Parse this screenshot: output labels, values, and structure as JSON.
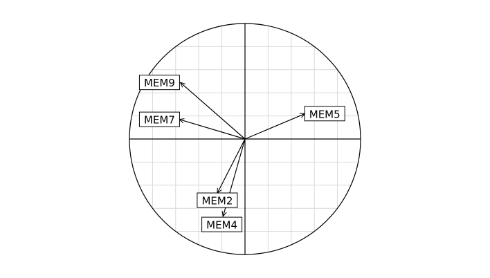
{
  "chart_data": {
    "type": "scatter",
    "subtype": "correlation-circle",
    "title": "",
    "xlabel": "",
    "ylabel": "",
    "xlim": [
      -1,
      1
    ],
    "ylim": [
      -1,
      1
    ],
    "grid": true,
    "axes_through_origin": true,
    "colors": {
      "grid": "#d9d9d9",
      "axis": "#000000",
      "circle": "#000000",
      "arrow": "#000000",
      "label_bg": "#ffffff",
      "label_border": "#000000"
    },
    "vectors": [
      {
        "name": "MEM9",
        "x": -0.56,
        "y": 0.49
      },
      {
        "name": "MEM7",
        "x": -0.57,
        "y": 0.17
      },
      {
        "name": "MEM5",
        "x": 0.52,
        "y": 0.22
      },
      {
        "name": "MEM2",
        "x": -0.24,
        "y": -0.47
      },
      {
        "name": "MEM4",
        "x": -0.19,
        "y": -0.67
      }
    ],
    "label_positions": [
      {
        "x": -0.74,
        "y": 0.49
      },
      {
        "x": -0.74,
        "y": 0.17
      },
      {
        "x": 0.69,
        "y": 0.22
      },
      {
        "x": -0.24,
        "y": -0.53
      },
      {
        "x": -0.2,
        "y": -0.74
      }
    ]
  }
}
